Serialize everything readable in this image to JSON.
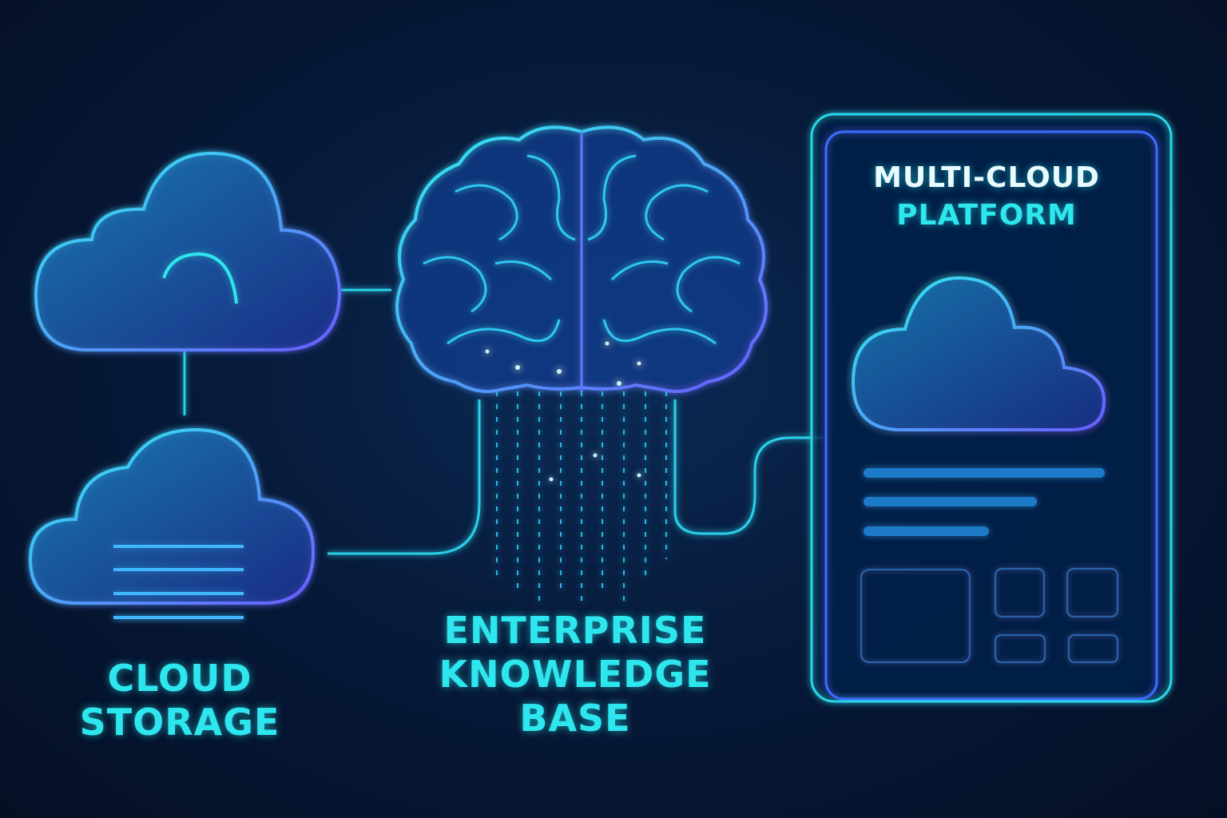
{
  "labels": {
    "cloud_storage": [
      "CLOUD",
      "STORAGE"
    ],
    "knowledge_base": [
      "ENTERPRISE",
      "KNOWLEDGE",
      "BASE"
    ],
    "platform": [
      "MULTI-CLOUD",
      "PLATFORM"
    ]
  },
  "colors": {
    "accent": "#2ee6ee",
    "violet": "#7a5cff",
    "background": "#061633"
  }
}
